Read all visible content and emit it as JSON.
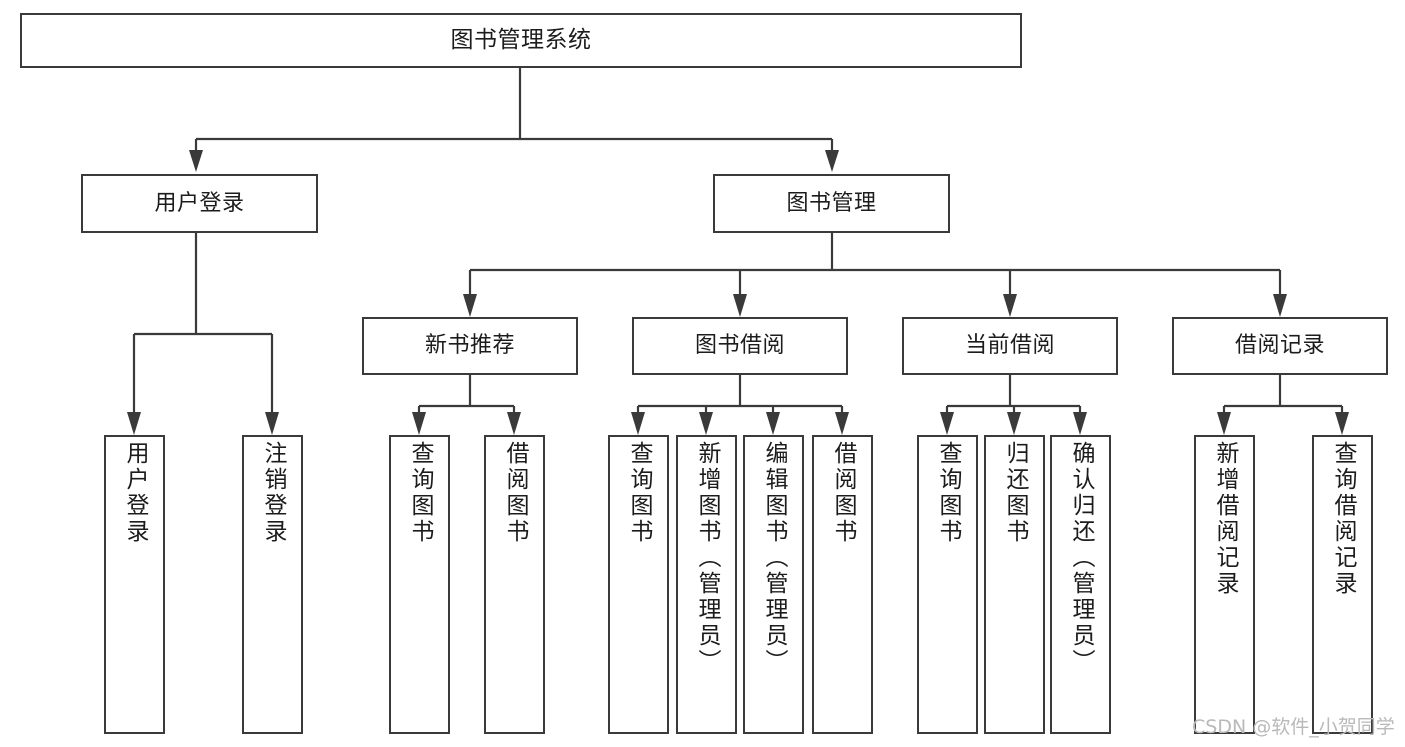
{
  "diagram": {
    "title": "图书管理系统",
    "type": "tree-hierarchy-functional-decomposition",
    "root": {
      "label": "图书管理系统"
    },
    "level2": [
      {
        "label": "用户登录"
      },
      {
        "label": "图书管理"
      }
    ],
    "level3": [
      {
        "label": "新书推荐"
      },
      {
        "label": "图书借阅"
      },
      {
        "label": "当前借阅"
      },
      {
        "label": "借阅记录"
      }
    ],
    "leaves": {
      "user_login": [
        {
          "label": "用户登录"
        },
        {
          "label": "注销登录"
        }
      ],
      "new_book_recommend": [
        {
          "label": "查询图书"
        },
        {
          "label": "借阅图书"
        }
      ],
      "book_borrow": [
        {
          "label": "查询图书"
        },
        {
          "label": "新增图书（管理员）"
        },
        {
          "label": "编辑图书（管理员）"
        },
        {
          "label": "借阅图书"
        }
      ],
      "current_borrow": [
        {
          "label": "查询图书"
        },
        {
          "label": "归还图书"
        },
        {
          "label": "确认归还（管理员）"
        }
      ],
      "borrow_record": [
        {
          "label": "新增借阅记录"
        },
        {
          "label": "查询借阅记录"
        }
      ]
    }
  },
  "watermark": {
    "text": "CSDN @软件_小贺同学"
  },
  "colors": {
    "stroke": "#3a3a3a",
    "background": "#ffffff",
    "text": "#1c1c1c",
    "watermark": "#b9b9b9"
  }
}
